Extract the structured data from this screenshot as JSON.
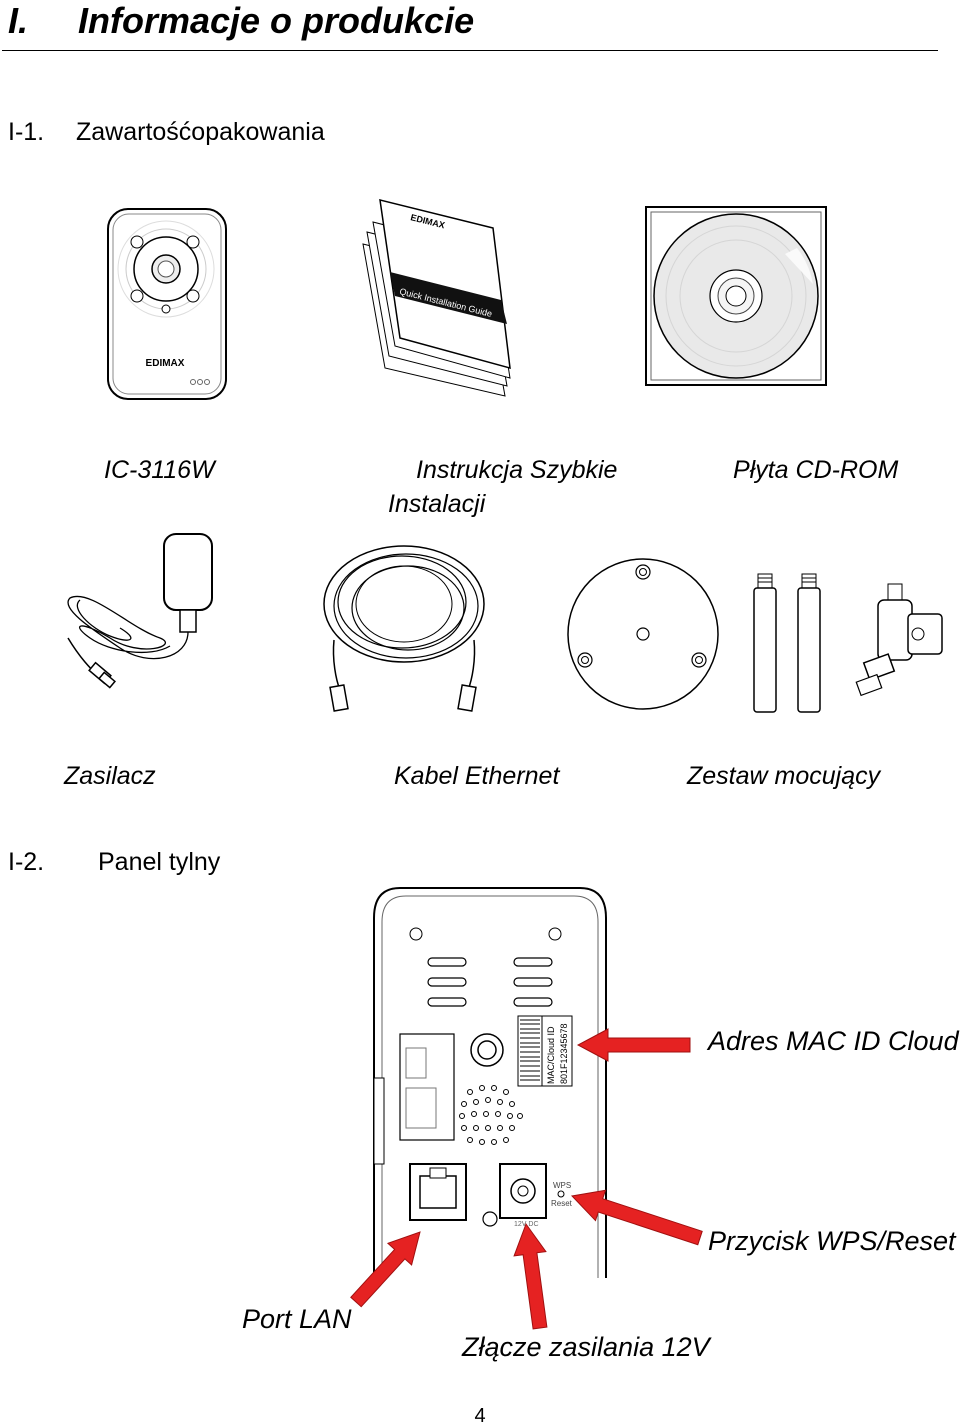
{
  "section": {
    "number": "I.",
    "title": "Informacje o produkcie"
  },
  "subsection1": {
    "number": "I-1.",
    "title": "Zawartośćopakowania"
  },
  "products": {
    "camera_caption": "IC-3116W",
    "guide_caption_line1": "Instrukcja Szybkie",
    "guide_caption_line2": "Instalacji",
    "cd_caption": "Płyta CD-ROM",
    "adapter_caption": "Zasilacz",
    "cable_caption": "Kabel Ethernet",
    "mount_caption": "Zestaw mocujący"
  },
  "camera_brand": "EDIMAX",
  "guide_image_text": {
    "brand": "EDIMAX",
    "title": "Quick Installation Guide"
  },
  "subsection2": {
    "number": "I-2.",
    "title": "Panel tylny"
  },
  "rear_panel": {
    "label_text": {
      "mac_label": "MAC/Cloud ID",
      "mac_value": "801F12345678",
      "wps_label": "WPS",
      "reset_label": "Reset",
      "dc_label": "12V DC"
    },
    "callouts": {
      "mac": "Adres MAC ID Cloud",
      "wps": "Przycisk WPS/Reset",
      "lan": "Port LAN",
      "power": "Złącze zasilania 12V"
    },
    "arrow_color": "#e52222"
  },
  "page_number": "4"
}
